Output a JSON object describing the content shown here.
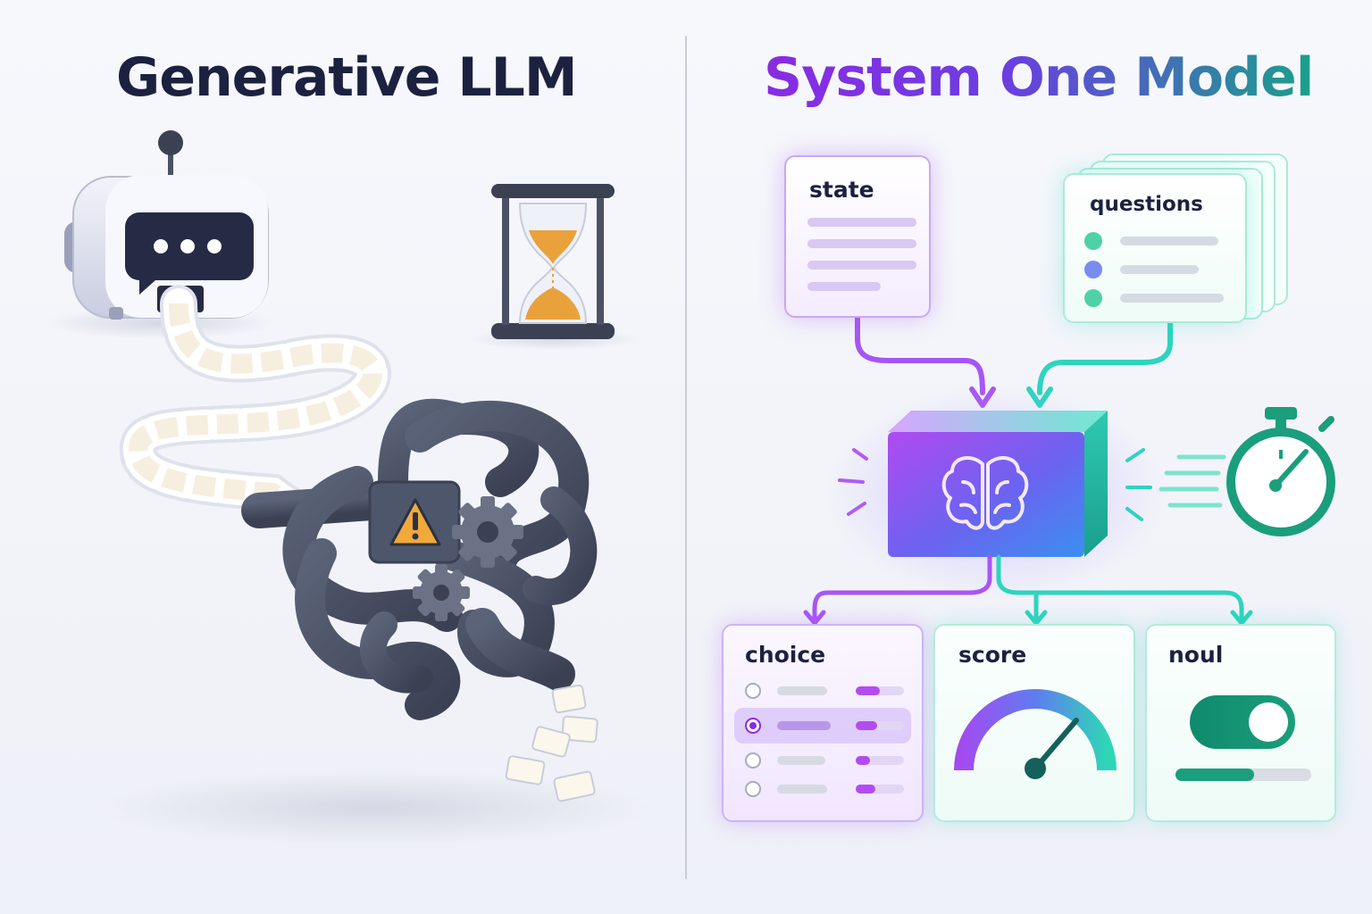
{
  "left": {
    "title": "Generative LLM"
  },
  "right": {
    "title": "System One Model",
    "inputs": {
      "state_label": "state",
      "questions_label": "questions"
    },
    "outputs": {
      "choice_label": "choice",
      "score_label": "score",
      "noul_label": "noul"
    }
  },
  "colors": {
    "purple_accent": "#8a2be2",
    "teal_accent": "#1aa08a",
    "dark_text": "#1c2140",
    "pipe_gray": "#4b5266"
  },
  "icons": [
    "robot-icon",
    "hourglass-icon",
    "warning-icon",
    "gear-icon",
    "brain-icon",
    "stopwatch-icon",
    "gauge-icon",
    "toggle-icon"
  ]
}
